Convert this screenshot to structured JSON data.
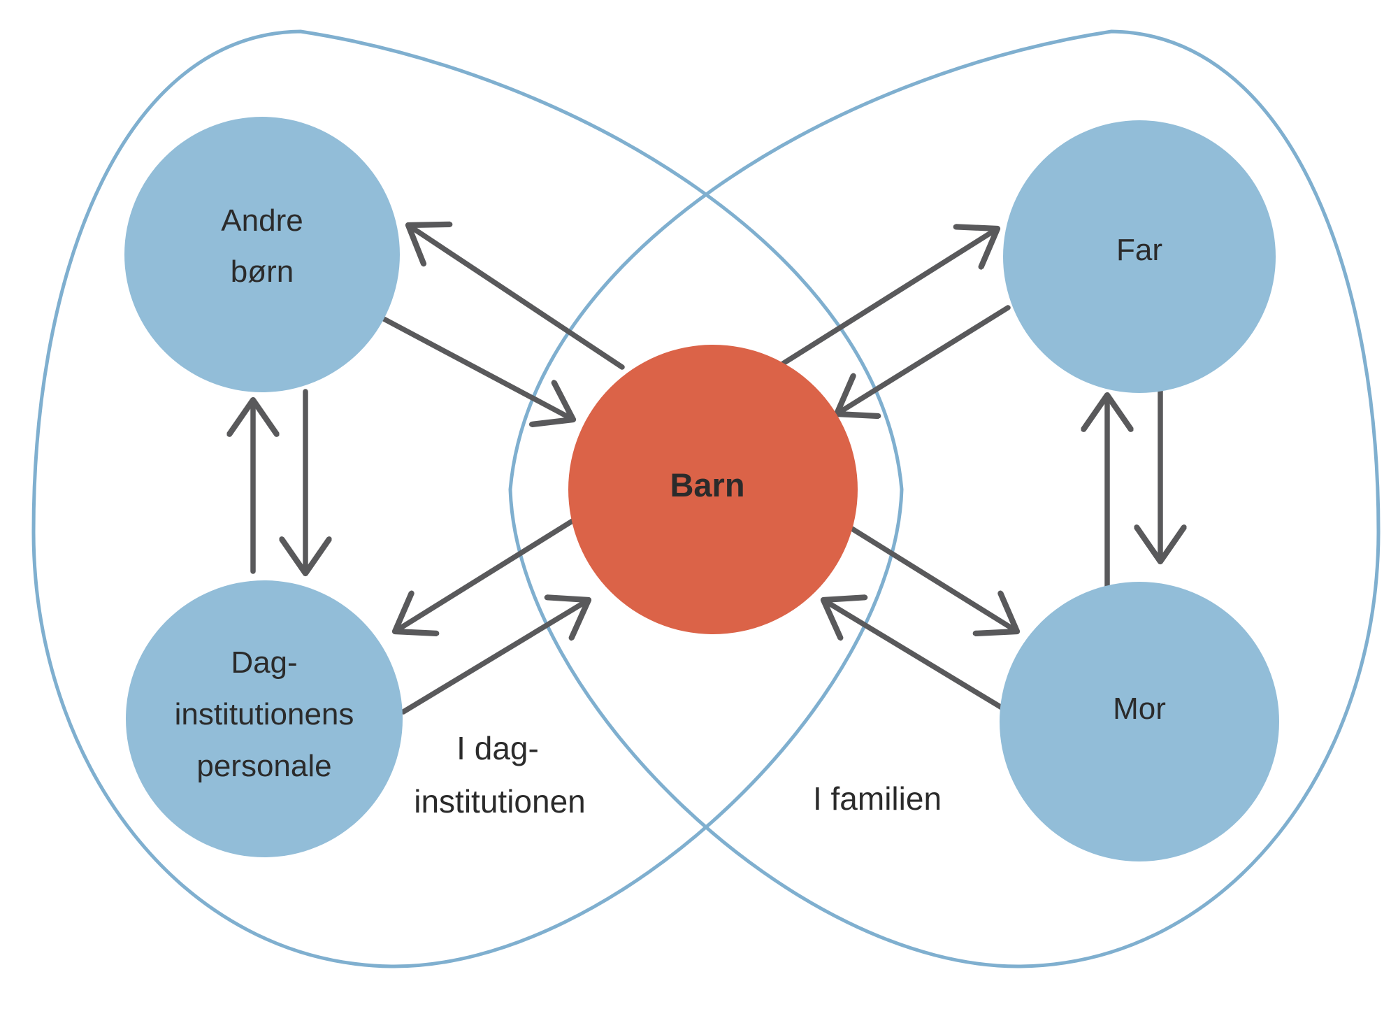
{
  "palette": {
    "node_fill": "#92BDD8",
    "center_fill": "#DB6348",
    "outline": "#7FAFCF",
    "arrow": "#59595B",
    "text": "#2B2B2B"
  },
  "center": {
    "label": "Barn"
  },
  "nodes": {
    "andre_born": {
      "label": "Andre børn",
      "line1": "Andre",
      "line2": "børn"
    },
    "dagpersonale": {
      "label": "Dag-institutionens personale",
      "line1": "Dag-",
      "line2": "institutionens",
      "line3": "personale"
    },
    "far": {
      "label": "Far"
    },
    "mor": {
      "label": "Mor"
    }
  },
  "regions": {
    "daycare": {
      "label": "I dag-institutionen",
      "line1": "I dag-",
      "line2": "institutionen"
    },
    "family": {
      "label": "I familien"
    }
  },
  "relations": [
    {
      "from": "Barn",
      "to": "Andre børn",
      "bidirectional": true
    },
    {
      "from": "Barn",
      "to": "Dag-institutionens personale",
      "bidirectional": true
    },
    {
      "from": "Barn",
      "to": "Far",
      "bidirectional": true
    },
    {
      "from": "Barn",
      "to": "Mor",
      "bidirectional": true
    },
    {
      "from": "Andre børn",
      "to": "Dag-institutionens personale",
      "bidirectional": true
    },
    {
      "from": "Far",
      "to": "Mor",
      "bidirectional": true
    }
  ]
}
